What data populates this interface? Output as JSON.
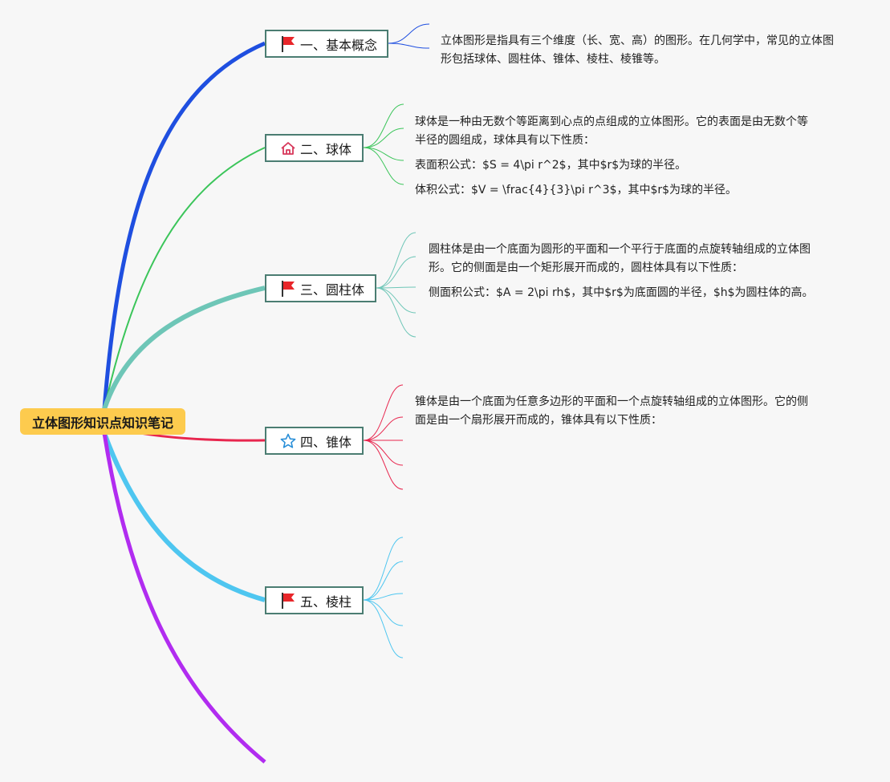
{
  "root": {
    "label": "立体图形知识点知识笔记"
  },
  "topics": [
    {
      "id": "t1",
      "label": "一、基本概念",
      "icon": "red-flag-icon",
      "color": "#1f4fe0",
      "notes": [
        "立体图形是指具有三个维度（长、宽、高）的图形。在几何学中，常见的立体图形包括球体、圆柱体、锥体、棱柱、棱锥等。"
      ]
    },
    {
      "id": "t2",
      "label": "二、球体",
      "icon": "home-icon",
      "color": "#3bc55a",
      "notes": [
        "球体是一种由无数个等距离到心点的点组成的立体图形。它的表面是由无数个等半径的圆组成，球体具有以下性质：",
        "表面积公式：$S = 4\\pi r^2$，其中$r$为球的半径。",
        "体积公式：$V = \\frac{4}{3}\\pi r^3$，其中$r$为球的半径。"
      ]
    },
    {
      "id": "t3",
      "label": "三、圆柱体",
      "icon": "red-flag-icon",
      "color": "#6ec6b7",
      "notes": [
        "圆柱体是由一个底面为圆形的平面和一个平行于底面的点旋转轴组成的立体图形。它的侧面是由一个矩形展开而成的，圆柱体具有以下性质：",
        "侧面积公式：$A = 2\\pi rh$，其中$r$为底面圆的半径，$h$为圆柱体的高。"
      ]
    },
    {
      "id": "t4",
      "label": "四、锥体",
      "icon": "star-icon",
      "color": "#e8264e",
      "notes": [
        "锥体是由一个底面为任意多边形的平面和一个点旋转轴组成的立体图形。它的侧面是由一个扇形展开而成的，锥体具有以下性质："
      ]
    },
    {
      "id": "t5",
      "label": "五、棱柱",
      "icon": "red-flag-icon",
      "color": "#4ec6f0",
      "notes": []
    }
  ],
  "extra_branch_color": "#b12cf0"
}
